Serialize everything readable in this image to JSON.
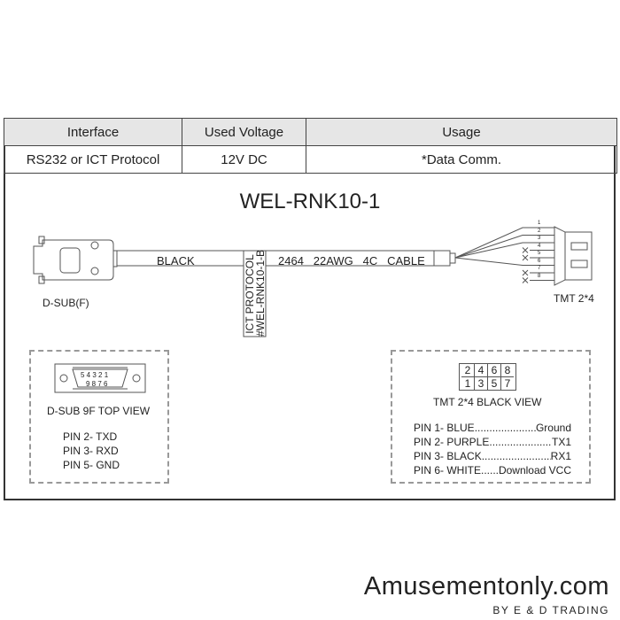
{
  "table": {
    "headers": [
      "Interface",
      "Used Voltage",
      "Usage"
    ],
    "row": [
      "RS232 or ICT Protocol",
      "12V DC",
      "*Data Comm."
    ]
  },
  "diagram": {
    "title": "WEL-RNK10-1",
    "left_connector": "D-SUB(F)",
    "cable_color": "BLACK",
    "label_line1": "ICT PROTOCOL",
    "label_line2": "#WEL-RNK10-1-B",
    "cable_spec": [
      "2464",
      "22AWG",
      "4C",
      "CABLE"
    ],
    "right_connector": "TMT 2*4",
    "pin_numbers": [
      "1",
      "2",
      "3",
      "4",
      "5",
      "6",
      "7",
      "8"
    ]
  },
  "dsub_view": {
    "title": "D-SUB 9F TOP VIEW",
    "top_pins": "5 4 3 2 1",
    "bottom_pins": "9 8 7 6",
    "pins": [
      "PIN 2- TXD",
      "PIN 3- RXD",
      "PIN 5- GND"
    ]
  },
  "tmt_view": {
    "title": "TMT 2*4  BLACK VIEW",
    "top_row": [
      "2",
      "4",
      "6",
      "8"
    ],
    "bottom_row": [
      "1",
      "3",
      "5",
      "7"
    ],
    "pins": [
      {
        "name": "PIN 1- BLUE",
        "dots": "......................",
        "signal": "Ground"
      },
      {
        "name": "PIN 2- PURPLE",
        "dots": "......................",
        "signal": "TX1"
      },
      {
        "name": "PIN 3- BLACK",
        "dots": "..........................",
        "signal": "RX1"
      },
      {
        "name": "PIN 6- WHITE",
        "dots": ".......",
        "signal": "Download VCC"
      }
    ]
  },
  "brand": {
    "name": "Amusementonly.com",
    "tagline": "BY E & D TRADING"
  }
}
